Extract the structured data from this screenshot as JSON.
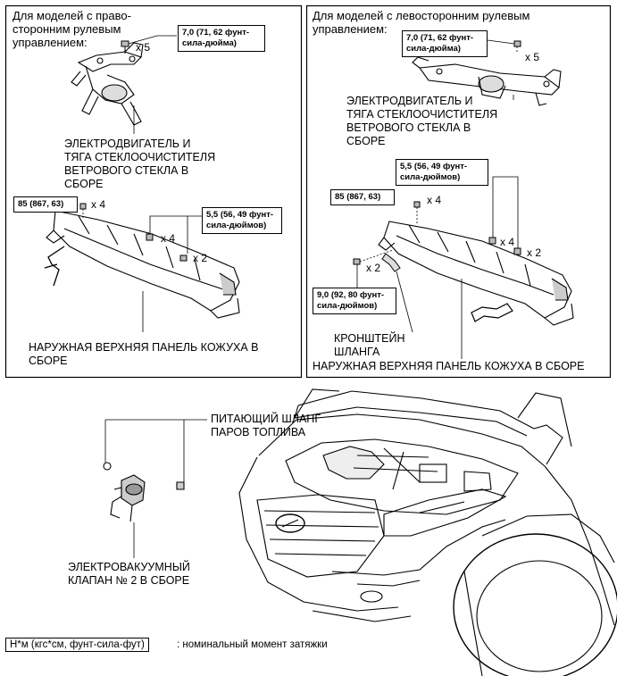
{
  "left_panel": {
    "header": "Для моделей с право-\nсторонним рулевым\nуправлением:",
    "torque_wiper": "7,0 (71, 62 фунт-\nсила-дюйма)",
    "qty_wiper": "x 5",
    "label_wiper": "ЭЛЕКТРОДВИГАТЕЛЬ И\nТЯГА СТЕКЛООЧИСТИТЕЛЯ\nВЕТРОВОГО СТЕКЛА В\nСБОРЕ",
    "torque_85": "85 (867, 63)",
    "qty_85": "x 4",
    "torque_55": "5,5 (56, 49 фунт-\nсила-дюймов)",
    "qty_55_a": "x 4",
    "qty_55_b": "x 2",
    "label_cowl": "НАРУЖНАЯ ВЕРХНЯЯ ПАНЕЛЬ КОЖУХА В\nСБОРЕ"
  },
  "right_panel": {
    "header": "Для моделей с левосторонним рулевым\nуправлением:",
    "torque_wiper": "7,0 (71, 62 фунт-\nсила-дюйма)",
    "qty_wiper": "x 5",
    "label_wiper": "ЭЛЕКТРОДВИГАТЕЛЬ И\nТЯГА СТЕКЛООЧИСТИТЕЛЯ\nВЕТРОВОГО СТЕКЛА В\nСБОРЕ",
    "torque_55": "5,5 (56, 49 фунт-\nсила-дюймов)",
    "torque_85": "85 (867, 63)",
    "qty_85": "x 4",
    "qty_55_a": "x 4",
    "qty_55_b": "x 2",
    "qty_90": "x 2",
    "torque_90": "9,0 (92, 80 фунт-\nсила-дюймов)",
    "label_bracket": "КРОНШТЕЙН\nШЛАНГА",
    "label_cowl": "НАРУЖНАЯ ВЕРХНЯЯ ПАНЕЛЬ КОЖУХА В СБОРЕ"
  },
  "bottom": {
    "label_hose": "ПИТАЮЩИЙ ШЛАНГ\nПАРОВ ТОПЛИВА",
    "label_valve": "ЭЛЕКТРОВАКУУМНЫЙ\nКЛАПАН № 2 В СБОРЕ"
  },
  "legend": {
    "unit": "Н*м (кгс*см, фунт-сила-фут)",
    "description": ": номинальный момент затяжки"
  }
}
